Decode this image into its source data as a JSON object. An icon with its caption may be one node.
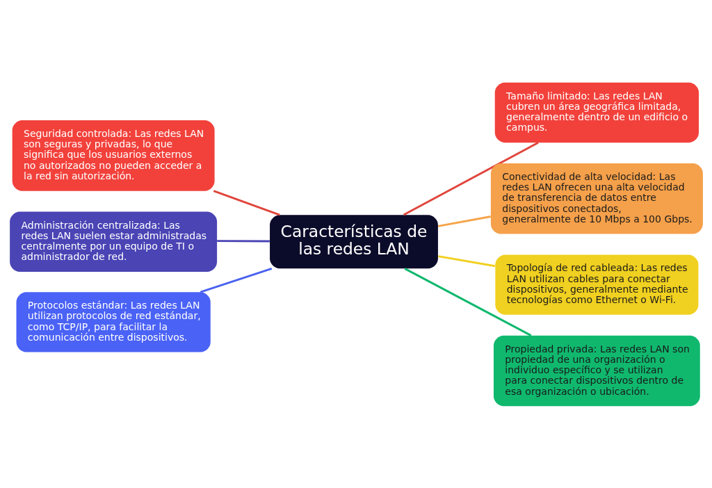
{
  "diagram": {
    "nodes": [
      {
        "text": [
          "Características de las redes LAN"
        ]
      },
      {
        "text": [
          "Seguridad controlada: Las redes LAN son seguras y privadas, lo que significa que los usuarios externos no autorizados no pueden acceder a la red sin autorización."
        ]
      },
      {
        "text": [
          "Administración centralizada: Las redes LAN suelen estar administradas centralmente por un equipo de TI o administrador de red."
        ]
      },
      {
        "text": [
          "Protocolos estándar: Las redes LAN utilizan protocolos de red estándar, como TCP/IP, para facilitar la comunicación entre dispositivos."
        ]
      },
      {
        "text": [
          "Tamaño limitado: Las redes LAN cubren un área geográfica limitada, generalmente dentro de un edificio o campus."
        ]
      },
      {
        "text": [
          "Conectividad de alta velocidad: Las redes LAN ofrecen una alta velocidad de transferencia de datos entre dispositivos conectados, generalmente de 10 Mbps a 100 Gbps."
        ]
      },
      {
        "text": [
          "Topología de red cableada: Las redes LAN utilizan cables para conectar dispositivos, generalmente mediante tecnologías como Ethernet o Wi-Fi."
        ]
      },
      {
        "text": [
          "Propiedad privada: Las redes LAN son propiedad de una organización o individuo específico y se utilizan para conectar dispositivos dentro de esa organización o ubicación."
        ]
      }
    ],
    "edges": [
      {
        "from": 1,
        "to": 0,
        "arrow": "none",
        "color": "#e0453c"
      },
      {
        "from": 2,
        "to": 0,
        "arrow": "none",
        "color": "#4a44b5"
      },
      {
        "from": 3,
        "to": 0,
        "arrow": "none",
        "color": "#4a62f0"
      },
      {
        "from": 0,
        "to": 4,
        "arrow": "none",
        "color": "#e0453c"
      },
      {
        "from": 0,
        "to": 5,
        "arrow": "none",
        "color": "#f5a44a"
      },
      {
        "from": 0,
        "to": 6,
        "arrow": "none",
        "color": "#f0d020"
      },
      {
        "from": 0,
        "to": 7,
        "arrow": "none",
        "color": "#10b86e"
      }
    ]
  }
}
